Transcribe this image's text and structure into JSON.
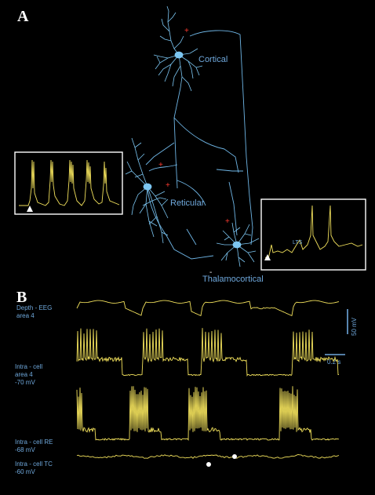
{
  "colors": {
    "background": "#000000",
    "trace": "#f2e15c",
    "neuron": "#6fb6e6",
    "label": "#6fa8dc",
    "excitatory": "#ff3b30",
    "inhibitory": "#ffffff"
  },
  "panel_a": {
    "letter": "A",
    "labels": {
      "cortical": "Cortical",
      "reticular": "Reticular",
      "thalamocortical": "Thalamocortical"
    },
    "inset_tc_label": "LTS",
    "plus_sign": "+",
    "minus_sign": "-"
  },
  "panel_b": {
    "letter": "B",
    "eeg_label": [
      "Depth - EEG",
      "area 4"
    ],
    "cortical_label": [
      "Intra - cell",
      "area 4",
      "-70 mV"
    ],
    "re_label": [
      "Intra - cell  RE",
      "-68 mV"
    ],
    "tc_label": [
      "Intra - cell  TC",
      "-60 mV"
    ],
    "scale_voltage": "50 mV",
    "scale_time": "0.2 s"
  }
}
